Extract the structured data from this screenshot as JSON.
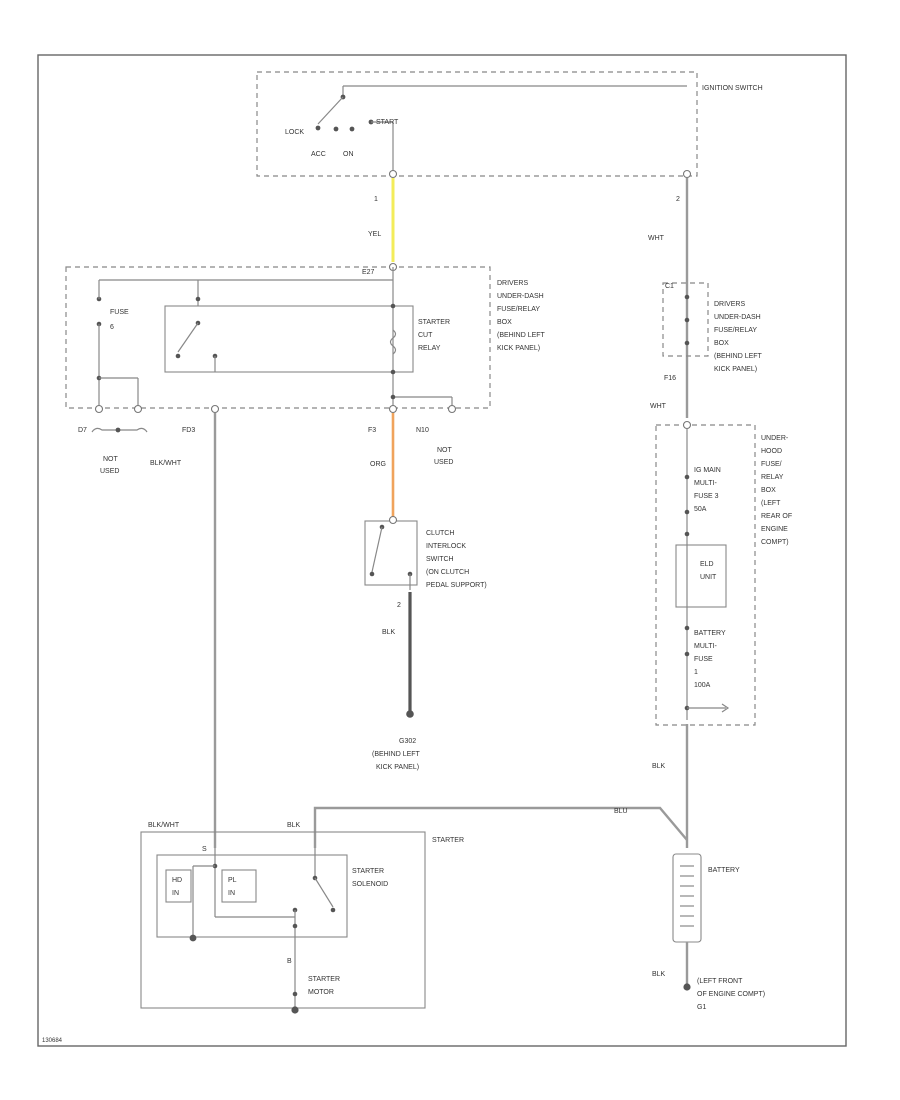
{
  "diagram": {
    "ignition": {
      "component": "IGNITION SWITCH",
      "pos_lock": "LOCK",
      "pos_acc": "ACC",
      "pos_on": "ON",
      "pos_start": "START",
      "term_1": "1",
      "term_2": "2"
    },
    "wires": {
      "yel": "YEL",
      "wht_top": "WHT",
      "org": "ORG",
      "blk_clutch": "BLK",
      "wht_mid": "WHT",
      "blk_right": "BLK",
      "blu_wht": "BLU",
      "blk_wht_left": "BLK/WHT",
      "blk_wht_starter": "BLK/WHT",
      "blk_starter": "BLK",
      "blk_ground": "BLK"
    },
    "dash_box": {
      "conn_top": "E27",
      "fuse_name": "FUSE",
      "fuse_number": "6",
      "relay": [
        "STARTER",
        "CUT",
        "RELAY"
      ],
      "label": [
        "DRIVERS",
        "UNDER-DASH",
        "FUSE/RELAY",
        "BOX",
        "(BEHIND LEFT",
        "KICK PANEL)"
      ],
      "pin_d7": "D7",
      "pin_fd3": "FD3",
      "pin_f3": "F3",
      "pin_n10": "N10",
      "not_used_left": [
        "NOT",
        "USED"
      ],
      "not_used_right": [
        "NOT",
        "USED"
      ]
    },
    "dash_box_right": {
      "pin_top": "C1",
      "pin_bottom": "F16",
      "label": [
        "DRIVERS",
        "UNDER-DASH",
        "FUSE/RELAY",
        "BOX",
        "(BEHIND LEFT",
        "KICK PANEL)"
      ]
    },
    "clutch": {
      "label": [
        "CLUTCH",
        "INTERLOCK",
        "SWITCH",
        "(ON CLUTCH",
        "PEDAL SUPPORT)"
      ],
      "pin": "2"
    },
    "ground": {
      "id": "G302",
      "location": [
        "(BEHIND LEFT",
        "KICK PANEL)"
      ]
    },
    "hood_box": {
      "label": [
        "UNDER-",
        "HOOD",
        "FUSE/",
        "RELAY",
        "BOX",
        "(LEFT",
        "REAR OF",
        "ENGINE",
        "COMPT)"
      ],
      "ig_fuse": [
        "IG MAIN",
        "MULTI-",
        "FUSE 3",
        "50A"
      ],
      "elo": [
        "ELD",
        "UNIT"
      ],
      "batt_fuse": [
        "BATTERY",
        "MULTI-",
        "FUSE",
        "1",
        "100A"
      ]
    },
    "starter": {
      "label": "STARTER",
      "solenoid": [
        "STARTER",
        "SOLENOID"
      ],
      "hold": [
        "HD",
        "IN"
      ],
      "pull": [
        "PL",
        "IN"
      ],
      "motor": [
        "STARTER",
        "MOTOR"
      ],
      "term_s": "S",
      "term_b": "B"
    },
    "battery": {
      "label": "BATTERY",
      "ground_loc": [
        "(LEFT FRONT",
        "OF ENGINE COMPT)"
      ],
      "ground_id": "G1"
    },
    "figure_id": "130684"
  },
  "colors": {
    "yellow_wire": "#f3ec5a",
    "orange_wire": "#f0a35c",
    "wire": "#9a9a9a"
  }
}
